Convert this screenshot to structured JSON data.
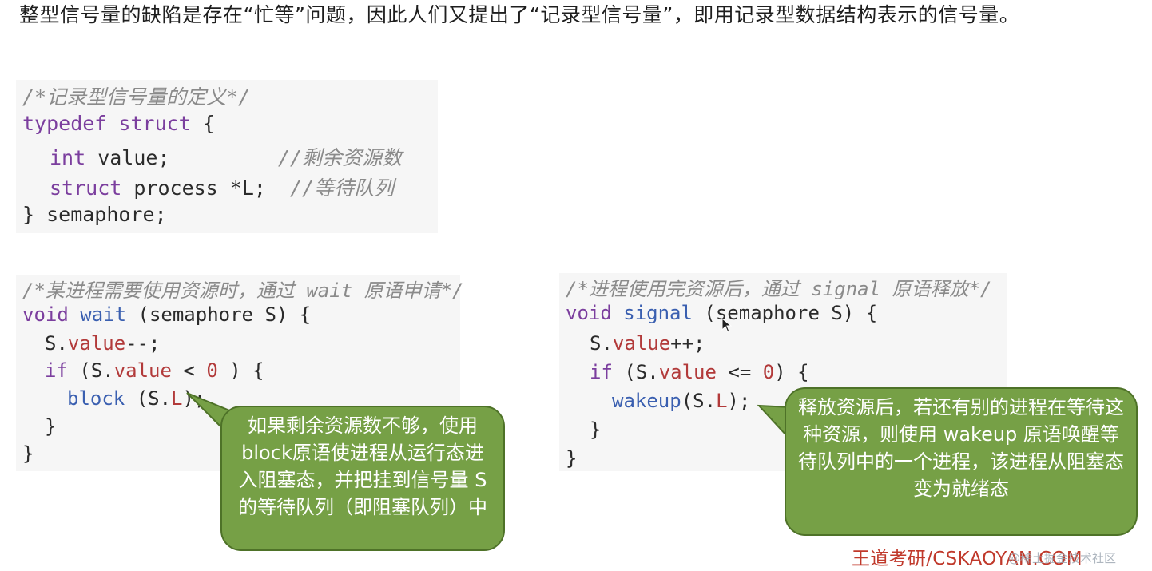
{
  "intro": "整型信号量的缺陷是存在“忙等”问题，因此人们又提出了“记录型信号量”，即用记录型数据结构表示的信号量。",
  "code_def": {
    "comment": "/*记录型信号量的定义*/",
    "l1_kw": "typedef struct",
    "l1_rest": " {",
    "l2_kw": "int",
    "l2_rest": " value;         ",
    "l2_comment": "//剩余资源数",
    "l3_kw": "struct",
    "l3_rest": " process *L;  ",
    "l3_comment": "//等待队列",
    "l4": "} semaphore;"
  },
  "code_wait": {
    "comment": "/*某进程需要使用资源时，通过 wait 原语申请*/",
    "l1_kw": "void",
    "l1_fn": "wait",
    "l1_rest": " (semaphore S) {",
    "l2_a": "S.",
    "l2_m": "value",
    "l2_b": "--;",
    "l3_kw": "if",
    "l3_a": " (S.",
    "l3_m": "value",
    "l3_b": " < ",
    "l3_n": "0",
    "l3_c": " ) {",
    "l4_fn": "block",
    "l4_a": " (S.",
    "l4_m": "L",
    "l4_b": ");",
    "l5": "}",
    "l6": "}"
  },
  "code_signal": {
    "comment": "/*进程使用完资源后，通过 signal 原语释放*/",
    "l1_kw": "void",
    "l1_fn": "signal",
    "l1_rest": " (semaphore S) {",
    "l2_a": "S.",
    "l2_m": "value",
    "l2_b": "++;",
    "l3_kw": "if",
    "l3_a": " (S.",
    "l3_m": "value",
    "l3_b": " <= ",
    "l3_n": "0",
    "l3_c": ") {",
    "l4_fn": "wakeup",
    "l4_a": "(S.",
    "l4_m": "L",
    "l4_b": ");",
    "l5": "}",
    "l6": "}"
  },
  "bubble_wait": "如果剩余资源数不够，使用block原语使进程从运行态进入阻塞态，并把挂到信号量 S 的等待队列（即阻塞队列）中",
  "bubble_signal": "释放资源后，若还有别的进程在等待这种资源，则使用 wakeup 原语唤醒等待队列中的一个进程，该进程从阻塞态变为就绪态",
  "brand": "王道考研/CSKAOYAN.COM",
  "watermark": "@稀土掘金技术社区",
  "colors": {
    "bubble": "#76a046",
    "brand": "#c0392b",
    "keyword": "#7b3e9e",
    "function": "#3a5fb0"
  }
}
